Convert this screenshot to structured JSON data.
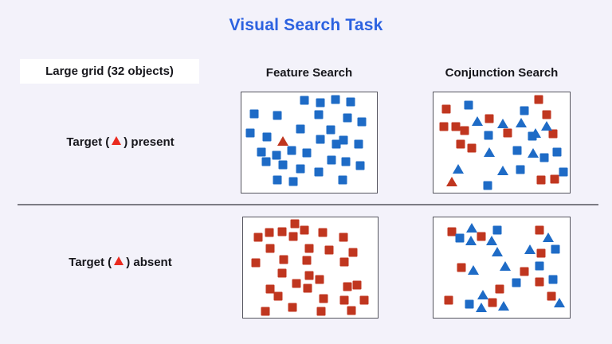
{
  "title": "Visual Search Task",
  "colors": {
    "title": "#2c62e0",
    "background": "#f3f2fa",
    "blue_shape": "#1e6bc6",
    "red_shape": "#c0361f",
    "label_triangle": "#ea2a1f",
    "panel_border": "#55555e",
    "divider": "#7c7c84"
  },
  "labels": {
    "grid_size": "Large grid (32 objects)",
    "col_feature": "Feature Search",
    "col_conjunction": "Conjunction Search",
    "target_prefix": "Target (",
    "present_suffix": ") present",
    "absent_suffix": ") absent",
    "target_icon": "red-triangle"
  },
  "panels": [
    {
      "column": "Feature Search",
      "row": "Target present",
      "target_present": true,
      "shapes": [
        [
          "s",
          "b",
          46.2,
          7.8
        ],
        [
          "s",
          "b",
          58.4,
          10.2
        ],
        [
          "s",
          "b",
          69.4,
          7.0
        ],
        [
          "s",
          "b",
          80.3,
          9.4
        ],
        [
          "s",
          "b",
          9.2,
          21.1
        ],
        [
          "s",
          "b",
          26.6,
          23.4
        ],
        [
          "s",
          "b",
          57.2,
          21.9
        ],
        [
          "s",
          "b",
          78.0,
          25.0
        ],
        [
          "s",
          "b",
          89.0,
          29.7
        ],
        [
          "s",
          "b",
          6.4,
          40.6
        ],
        [
          "s",
          "b",
          19.1,
          44.5
        ],
        [
          "s",
          "b",
          43.4,
          36.7
        ],
        [
          "s",
          "b",
          65.9,
          37.5
        ],
        [
          "s",
          "b",
          58.4,
          46.9
        ],
        [
          "s",
          "b",
          69.9,
          51.6
        ],
        [
          "s",
          "b",
          75.1,
          47.7
        ],
        [
          "s",
          "b",
          86.7,
          51.6
        ],
        [
          "s",
          "b",
          14.5,
          59.4
        ],
        [
          "s",
          "b",
          26.0,
          62.5
        ],
        [
          "s",
          "b",
          37.0,
          57.8
        ],
        [
          "s",
          "b",
          48.0,
          60.2
        ],
        [
          "s",
          "b",
          18.5,
          68.8
        ],
        [
          "s",
          "b",
          30.6,
          71.9
        ],
        [
          "s",
          "b",
          43.4,
          75.8
        ],
        [
          "s",
          "b",
          66.5,
          67.2
        ],
        [
          "s",
          "b",
          76.9,
          68.8
        ],
        [
          "s",
          "b",
          87.9,
          72.7
        ],
        [
          "s",
          "b",
          57.2,
          79.7
        ],
        [
          "s",
          "b",
          26.6,
          87.5
        ],
        [
          "s",
          "b",
          38.2,
          89.1
        ],
        [
          "s",
          "b",
          74.6,
          87.5
        ],
        [
          "t",
          "r",
          30.6,
          48.4
        ]
      ]
    },
    {
      "column": "Conjunction Search",
      "row": "Target present",
      "target_present": true,
      "shapes": [
        [
          "s",
          "r",
          9.2,
          16.4
        ],
        [
          "s",
          "r",
          77.0,
          7.0
        ],
        [
          "s",
          "r",
          40.8,
          25.8
        ],
        [
          "s",
          "r",
          7.5,
          34.4
        ],
        [
          "s",
          "r",
          16.1,
          34.4
        ],
        [
          "s",
          "r",
          23.0,
          38.3
        ],
        [
          "s",
          "r",
          54.6,
          40.6
        ],
        [
          "s",
          "r",
          83.3,
          21.9
        ],
        [
          "s",
          "r",
          87.9,
          41.4
        ],
        [
          "s",
          "r",
          20.1,
          51.6
        ],
        [
          "s",
          "r",
          28.2,
          55.5
        ],
        [
          "s",
          "r",
          78.7,
          87.5
        ],
        [
          "s",
          "r",
          89.1,
          86.7
        ],
        [
          "s",
          "b",
          25.9,
          12.5
        ],
        [
          "s",
          "b",
          66.7,
          18.0
        ],
        [
          "s",
          "b",
          40.2,
          43.0
        ],
        [
          "s",
          "b",
          72.4,
          43.8
        ],
        [
          "s",
          "b",
          61.5,
          57.8
        ],
        [
          "s",
          "b",
          81.0,
          64.8
        ],
        [
          "s",
          "b",
          90.8,
          59.4
        ],
        [
          "s",
          "b",
          63.8,
          76.6
        ],
        [
          "s",
          "b",
          95.4,
          79.7
        ],
        [
          "s",
          "b",
          39.7,
          93.0
        ],
        [
          "t",
          "b",
          32.2,
          28.9
        ],
        [
          "t",
          "b",
          51.1,
          31.3
        ],
        [
          "t",
          "b",
          64.4,
          30.5
        ],
        [
          "t",
          "b",
          83.3,
          33.6
        ],
        [
          "t",
          "b",
          74.7,
          40.6
        ],
        [
          "t",
          "b",
          40.8,
          59.4
        ],
        [
          "t",
          "b",
          73.0,
          60.2
        ],
        [
          "t",
          "b",
          18.4,
          75.8
        ],
        [
          "t",
          "b",
          51.1,
          78.1
        ],
        [
          "t",
          "r",
          13.2,
          89.1
        ]
      ]
    },
    {
      "column": "Feature Search",
      "row": "Target absent",
      "target_present": false,
      "shapes": [
        [
          "s",
          "r",
          38.6,
          6.3
        ],
        [
          "s",
          "r",
          11.1,
          19.5
        ],
        [
          "s",
          "r",
          19.3,
          14.8
        ],
        [
          "s",
          "r",
          28.7,
          14.1
        ],
        [
          "s",
          "r",
          37.4,
          18.8
        ],
        [
          "s",
          "r",
          45.6,
          12.5
        ],
        [
          "s",
          "r",
          59.1,
          14.8
        ],
        [
          "s",
          "r",
          74.3,
          19.5
        ],
        [
          "s",
          "r",
          19.9,
          31.3
        ],
        [
          "s",
          "r",
          49.1,
          31.3
        ],
        [
          "s",
          "r",
          63.7,
          32.8
        ],
        [
          "s",
          "r",
          81.9,
          35.2
        ],
        [
          "s",
          "r",
          9.4,
          45.3
        ],
        [
          "s",
          "r",
          30.4,
          42.2
        ],
        [
          "s",
          "r",
          47.4,
          43.0
        ],
        [
          "s",
          "r",
          74.9,
          44.5
        ],
        [
          "s",
          "r",
          28.7,
          55.5
        ],
        [
          "s",
          "r",
          49.1,
          57.8
        ],
        [
          "s",
          "r",
          39.8,
          65.6
        ],
        [
          "s",
          "r",
          48.0,
          70.3
        ],
        [
          "s",
          "r",
          56.7,
          61.7
        ],
        [
          "s",
          "r",
          19.9,
          71.1
        ],
        [
          "s",
          "r",
          77.8,
          68.8
        ],
        [
          "s",
          "r",
          84.8,
          67.2
        ],
        [
          "s",
          "r",
          26.3,
          78.9
        ],
        [
          "s",
          "r",
          59.6,
          81.3
        ],
        [
          "s",
          "r",
          74.9,
          82.8
        ],
        [
          "s",
          "r",
          90.1,
          82.8
        ],
        [
          "s",
          "r",
          16.4,
          93.8
        ],
        [
          "s",
          "r",
          36.8,
          89.8
        ],
        [
          "s",
          "r",
          57.9,
          93.8
        ],
        [
          "s",
          "r",
          80.7,
          93.0
        ]
      ]
    },
    {
      "column": "Conjunction Search",
      "row": "Target absent",
      "target_present": false,
      "shapes": [
        [
          "s",
          "r",
          13.3,
          14.1
        ],
        [
          "s",
          "r",
          35.3,
          18.8
        ],
        [
          "s",
          "r",
          78.0,
          12.5
        ],
        [
          "s",
          "r",
          79.2,
          35.9
        ],
        [
          "s",
          "r",
          20.2,
          50.0
        ],
        [
          "s",
          "r",
          66.5,
          53.9
        ],
        [
          "s",
          "r",
          77.5,
          64.1
        ],
        [
          "s",
          "r",
          48.6,
          71.1
        ],
        [
          "s",
          "r",
          11.0,
          82.8
        ],
        [
          "s",
          "r",
          43.4,
          85.2
        ],
        [
          "s",
          "r",
          86.7,
          78.9
        ],
        [
          "s",
          "b",
          19.1,
          20.3
        ],
        [
          "s",
          "b",
          46.8,
          12.5
        ],
        [
          "s",
          "b",
          89.6,
          32.0
        ],
        [
          "s",
          "b",
          78.0,
          48.4
        ],
        [
          "s",
          "b",
          60.7,
          64.8
        ],
        [
          "s",
          "b",
          87.9,
          61.7
        ],
        [
          "s",
          "b",
          26.6,
          86.7
        ],
        [
          "t",
          "b",
          28.3,
          10.2
        ],
        [
          "t",
          "b",
          27.2,
          23.4
        ],
        [
          "t",
          "b",
          42.8,
          23.4
        ],
        [
          "t",
          "b",
          46.8,
          34.4
        ],
        [
          "t",
          "b",
          70.5,
          32.0
        ],
        [
          "t",
          "b",
          84.4,
          19.5
        ],
        [
          "t",
          "b",
          29.5,
          52.3
        ],
        [
          "t",
          "b",
          52.6,
          48.4
        ],
        [
          "t",
          "b",
          36.4,
          76.6
        ],
        [
          "t",
          "b",
          35.3,
          89.8
        ],
        [
          "t",
          "b",
          51.4,
          88.3
        ],
        [
          "t",
          "b",
          92.5,
          85.2
        ]
      ]
    }
  ]
}
